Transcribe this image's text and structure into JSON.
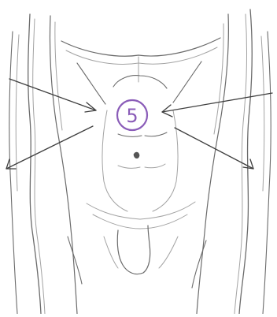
{
  "marker": {
    "label": "5",
    "color": "#8a5cb8"
  },
  "figure": {
    "subject": "abdomen-sketch",
    "arrow_count": 4
  }
}
